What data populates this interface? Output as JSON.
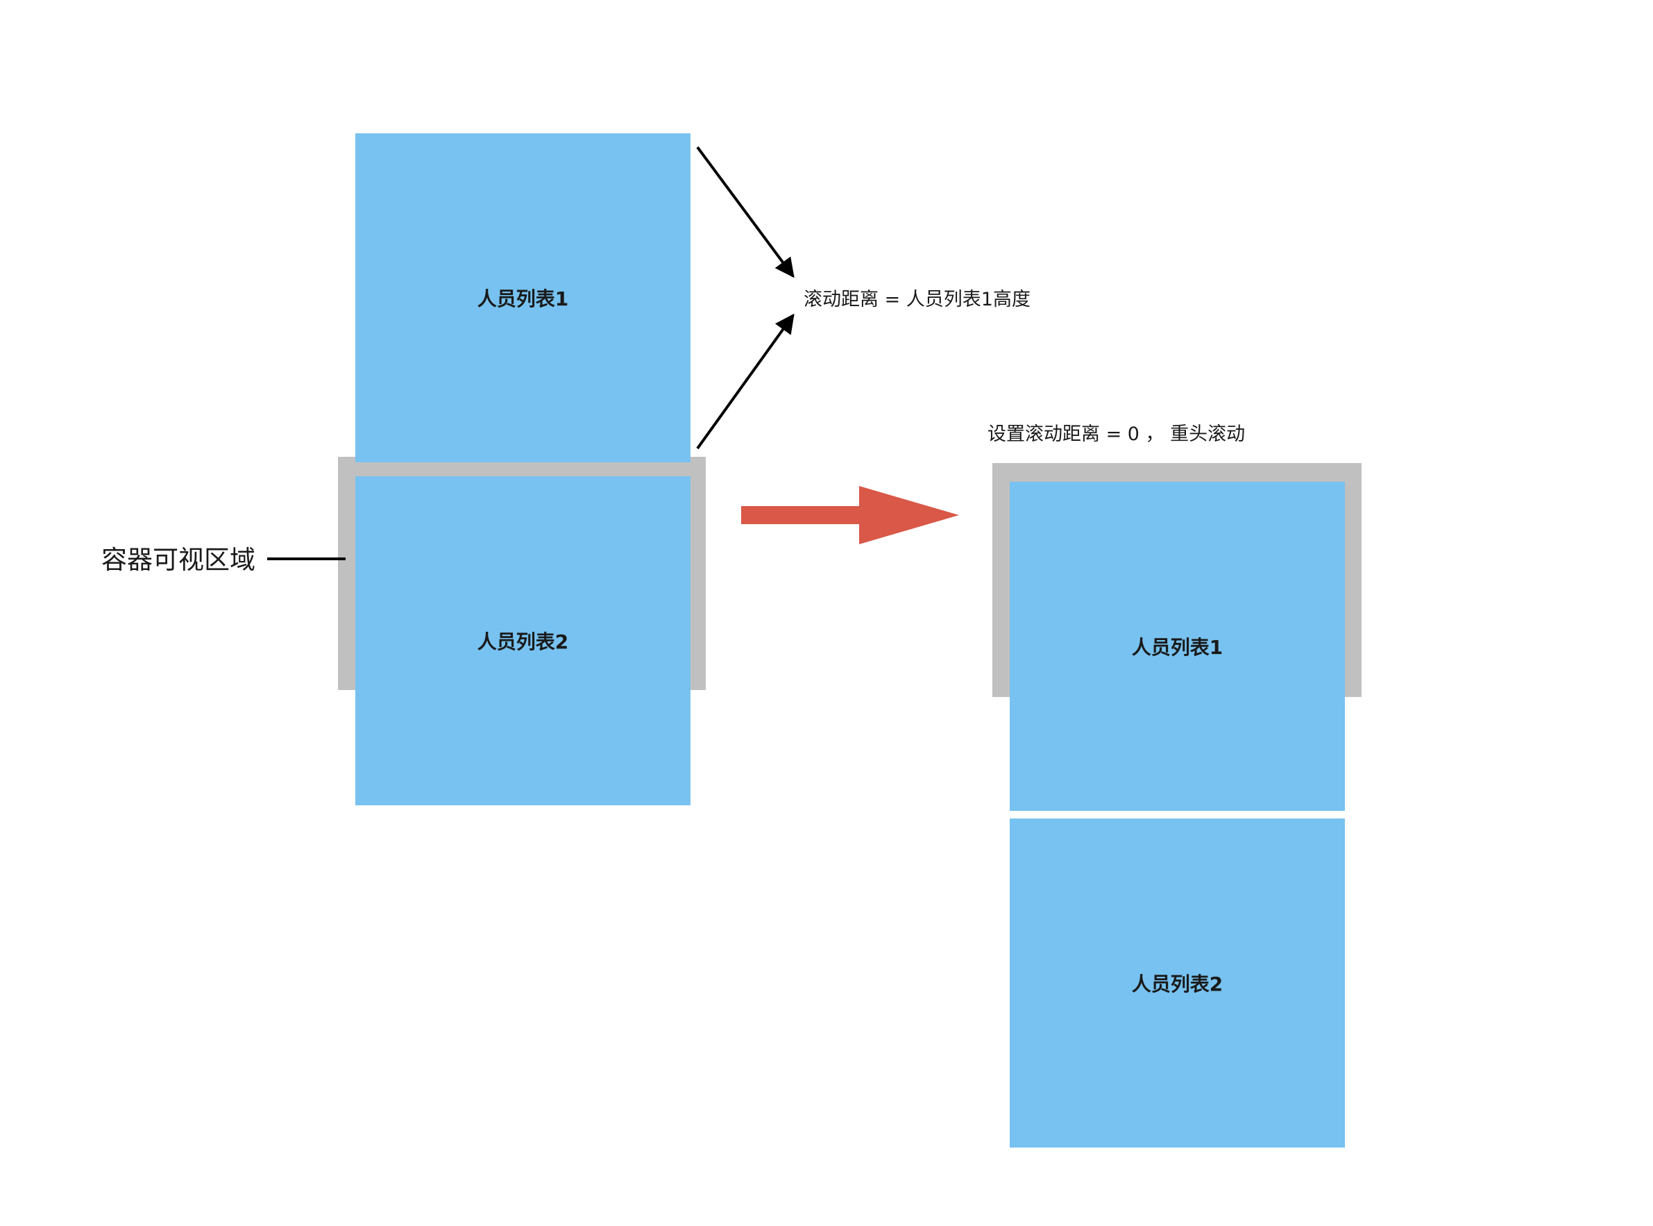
{
  "left": {
    "container_label": "容器可视区域",
    "list1_label": "人员列表1",
    "list2_label": "人员列表2"
  },
  "annotation": {
    "scroll_distance": "滚动距离 = 人员列表1高度",
    "reset": "设置滚动距离 = 0 ， 重头滚动"
  },
  "right": {
    "list1_label": "人员列表1",
    "list2_label": "人员列表2"
  },
  "colors": {
    "list_fill": "#77c2f0",
    "container": "#c0c0c0",
    "transition_arrow": "#d95848",
    "line": "#000000"
  }
}
